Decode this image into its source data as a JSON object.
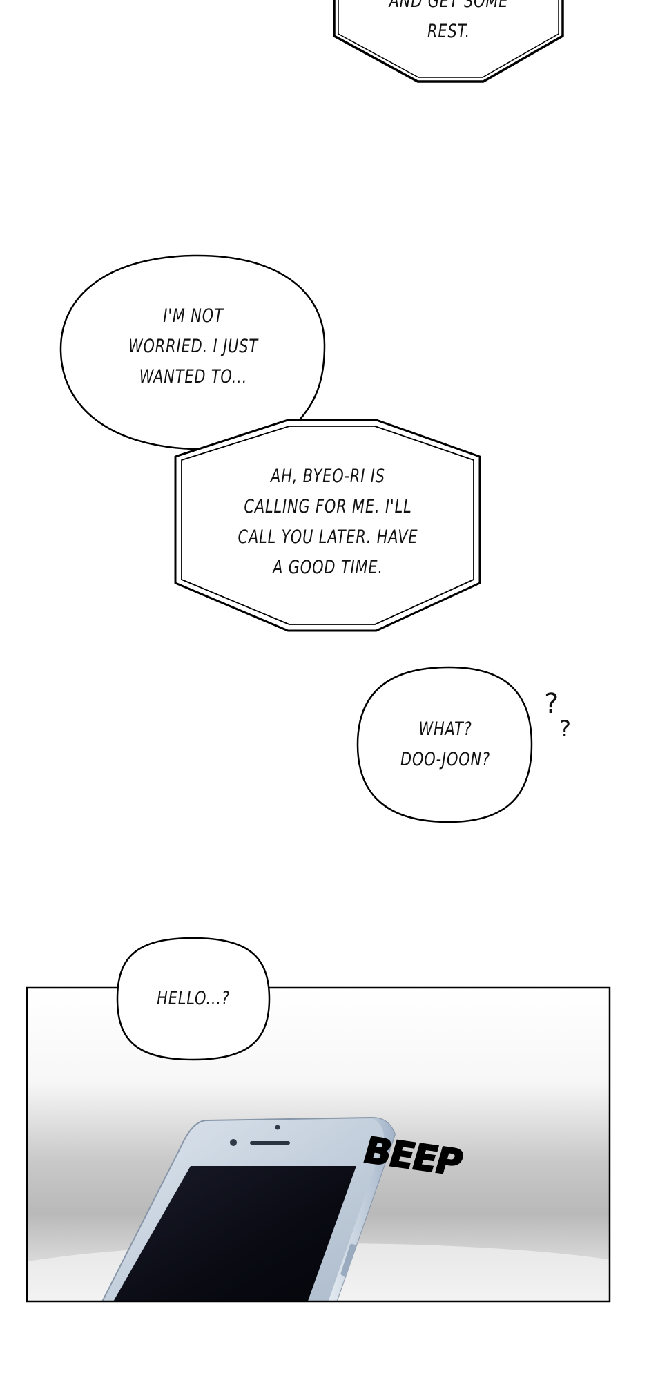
{
  "panel_1": {
    "bubble_top": {
      "lines": [
        "AND GET SOME",
        "REST."
      ]
    }
  },
  "panel_2": {
    "bubble_worried": {
      "lines": [
        "I'M NOT",
        "WORRIED. I JUST",
        "WANTED TO..."
      ]
    },
    "bubble_byeori": {
      "lines": [
        "AH, BYEO-RI IS",
        "CALLING FOR ME. I'LL",
        "CALL YOU LATER. HAVE",
        "A GOOD TIME."
      ]
    },
    "bubble_what": {
      "lines": [
        "WHAT?",
        "DOO-JOON?"
      ]
    },
    "confusion_marks": {
      "mark_1": "?",
      "mark_2": "?"
    }
  },
  "panel_3": {
    "bubble_hello": {
      "text": "HELLO...?"
    },
    "sound_effect": {
      "text": "BEEP"
    }
  }
}
